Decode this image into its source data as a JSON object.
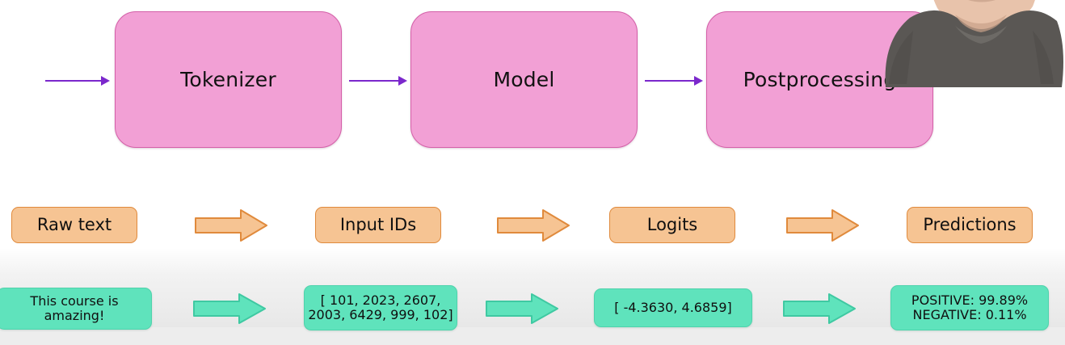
{
  "slide": {
    "title": "NLP pipeline diagram",
    "background_color": "#ffffff",
    "band_color": "#ededed"
  },
  "colors": {
    "pink_fill": "#f2a0d5",
    "pink_stroke": "#d45fa8",
    "orange_fill": "#f6c493",
    "orange_stroke": "#e08a3c",
    "teal_fill": "#5fe3bc",
    "teal_stroke": "#4ed3ac",
    "purple_arrow": "#7b28cc",
    "text": "#101010"
  },
  "process_boxes": [
    {
      "label": "Tokenizer"
    },
    {
      "label": "Model"
    },
    {
      "label": "Postprocessing"
    }
  ],
  "stage_labels": [
    {
      "label": "Raw text"
    },
    {
      "label": "Input IDs"
    },
    {
      "label": "Logits"
    },
    {
      "label": "Predictions"
    }
  ],
  "examples": [
    {
      "label": "This course is\namazing!"
    },
    {
      "label": "[ 101, 2023, 2607,\n2003, 6429, 999, 102]"
    },
    {
      "label": "[ -4.3630, 4.6859]"
    },
    {
      "label": "POSITIVE: 99.89%\nNEGATIVE:  0.11%"
    }
  ],
  "connector_arrows": [
    {
      "name": "arrow-into-tokenizer"
    },
    {
      "name": "arrow-tokenizer-to-model"
    },
    {
      "name": "arrow-model-to-postprocessing"
    }
  ],
  "block_arrows_orange": [
    {
      "name": "orange-arrow-raw-to-ids"
    },
    {
      "name": "orange-arrow-ids-to-logits"
    },
    {
      "name": "orange-arrow-logits-to-predictions"
    }
  ],
  "block_arrows_teal": [
    {
      "name": "teal-arrow-text-to-ids"
    },
    {
      "name": "teal-arrow-ids-to-logits"
    },
    {
      "name": "teal-arrow-logits-to-predictions"
    }
  ],
  "webcam": {
    "description": "presenter-overlay"
  }
}
